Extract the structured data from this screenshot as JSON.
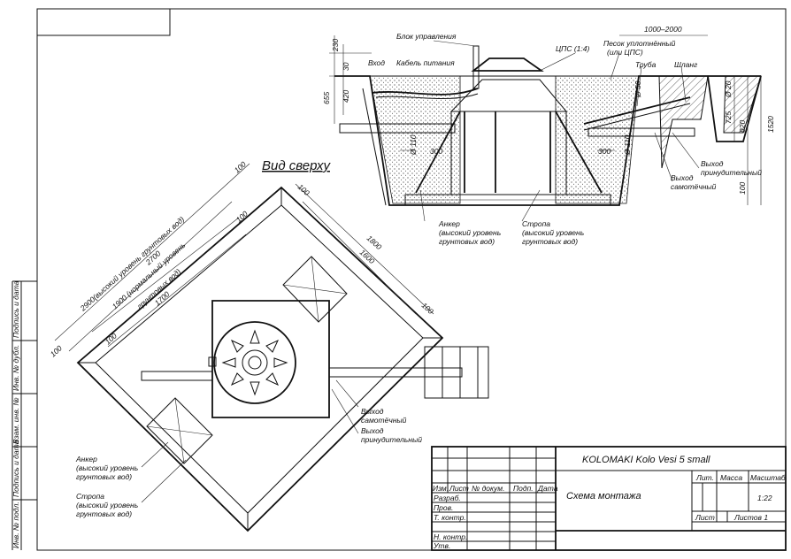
{
  "frame": {
    "side_labels": [
      "Подпись и дата",
      "Инв. № дубл.",
      "Взам. инв. №",
      "Подпись и дата",
      "Инв. № подл."
    ]
  },
  "section": {
    "top_dim": "1000–2000",
    "labels": {
      "control_unit": "Блок управления",
      "inlet": "Вход",
      "power_cable": "Кабель питания",
      "cps": "ЦПС (1:4)",
      "sand": "Песок уплотнённый",
      "sand_alt": "(или ЦПС)",
      "pipe": "Труба",
      "hose": "Шланг",
      "outlet_forced_1": "Выход",
      "outlet_forced_2": "принудительный",
      "outlet_gravity_1": "Выход",
      "outlet_gravity_2": "самотёчный",
      "anchor_1": "Анкер",
      "anchor_2": "(высокий уровень",
      "anchor_3": "грунтовых вод)",
      "sling_1": "Стропа",
      "sling_2": "(высокий уровень",
      "sling_3": "грунтовых вод)"
    },
    "dims": {
      "d230": "230",
      "d30": "30",
      "d655": "655",
      "d420": "420",
      "d300a": "300",
      "d300b": "300",
      "d110a": "Ø 110",
      "d110b": "Ø 110",
      "d50": "Ø 50",
      "d20": "Ø 20",
      "d725": "725",
      "d820": "820",
      "d1520": "1520",
      "d100": "100"
    }
  },
  "plan": {
    "title": "Вид сверху",
    "dims": {
      "d2900": "2900(высокий уровень грунтовых вод)",
      "d2700": "2700",
      "d1900": "1900 (нормальный уровень",
      "d1900b": "грунтовых вод)",
      "d1700": "1700",
      "d100_top_a": "100",
      "d100_top_b": "100",
      "d100_top_c": "100",
      "d100_left_a": "100",
      "d100_left_b": "100",
      "d1800": "1800",
      "d1600": "1600",
      "d100_right": "100"
    },
    "labels": {
      "outlet_gravity_1": "Выход",
      "outlet_gravity_2": "самотёчный",
      "outlet_forced_1": "Выход",
      "outlet_forced_2": "принудительный",
      "anchor_1": "Анкер",
      "anchor_2": "(высокий уровень",
      "anchor_3": "грунтовых вод)",
      "sling_1": "Стропа",
      "sling_2": "(высокий уровень",
      "sling_3": "грунтовых вод)"
    }
  },
  "title_block": {
    "product": "KOLOMAKI Kolo Vesi 5 small",
    "drawing": "Схема монтажа",
    "cols": [
      "Изм.",
      "Лист",
      "№ докум.",
      "Подп.",
      "Дата"
    ],
    "rows": [
      "Разраб.",
      "Пров.",
      "Т. контр.",
      "",
      "Н. контр.",
      "Утв."
    ],
    "lit": "Лит.",
    "mass": "Масса",
    "scale_h": "Масштаб",
    "scale": "1:22",
    "sheet": "Лист",
    "sheets": "Листов 1"
  }
}
